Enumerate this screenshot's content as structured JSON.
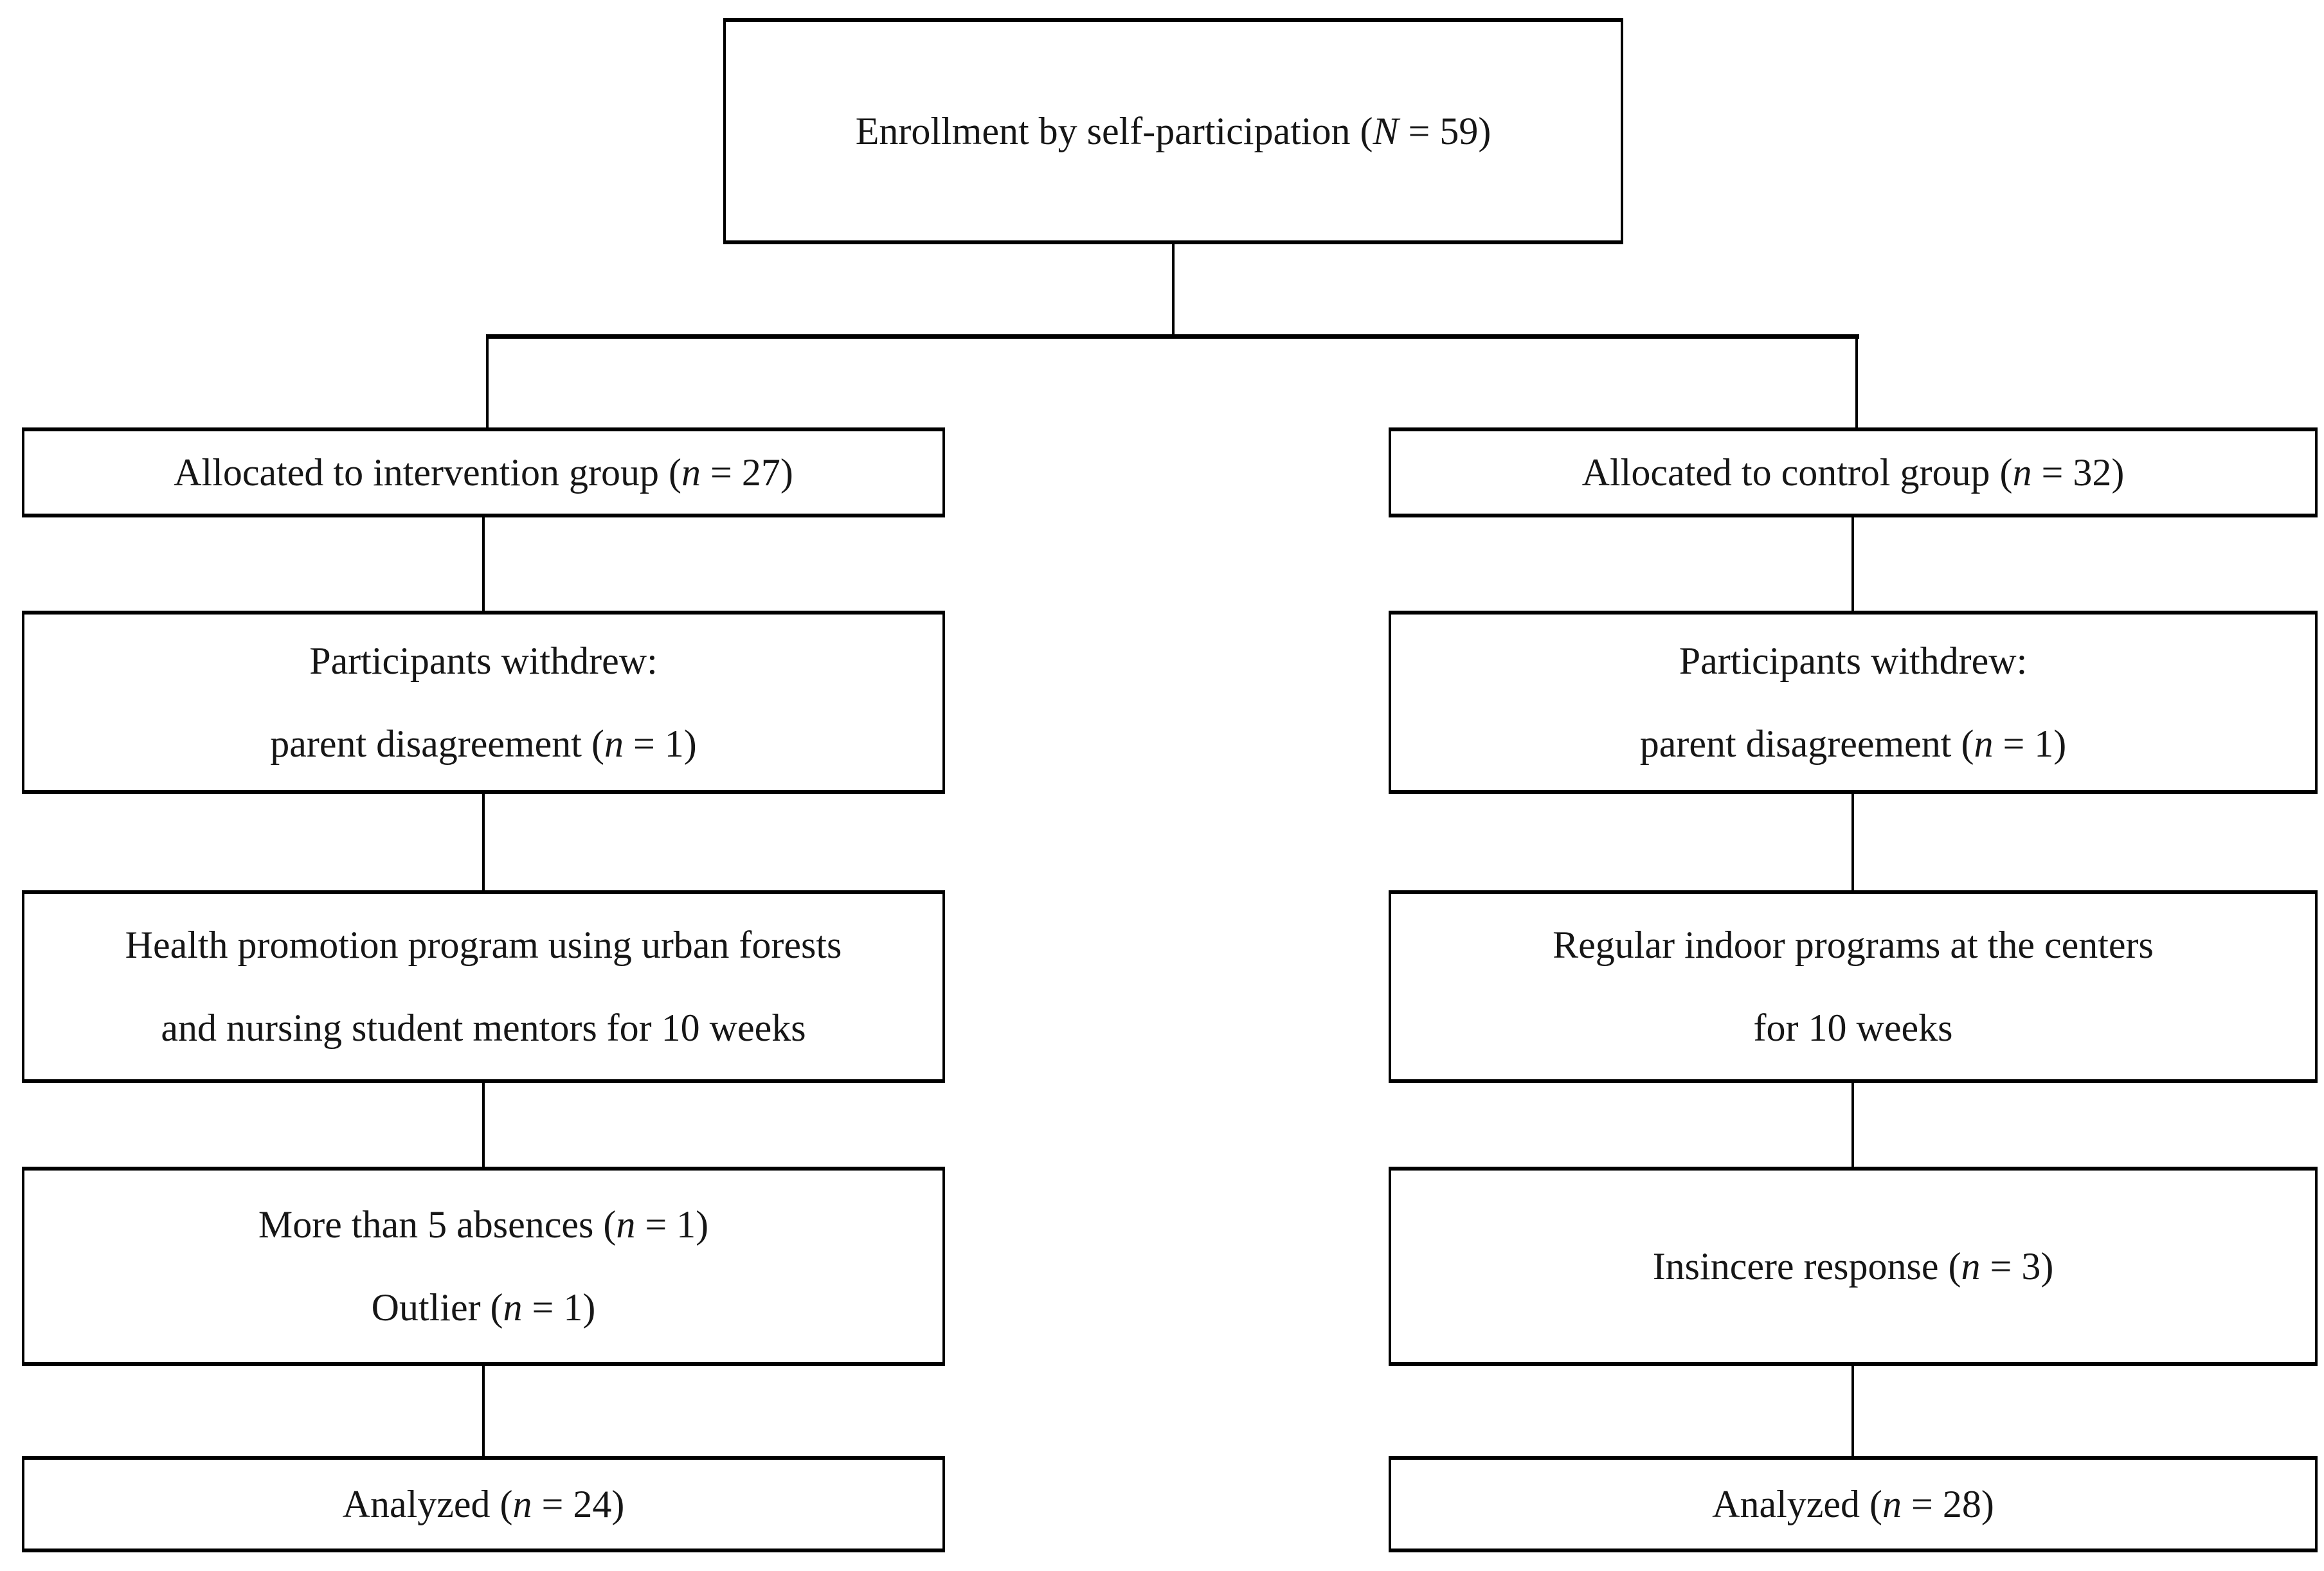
{
  "colors": {
    "ink": "#161616",
    "border": "#000000",
    "background": "#ffffff"
  },
  "diagram": {
    "enrollment": {
      "lines": [
        {
          "pre": "Enrollment by self-participation (",
          "var": "N",
          "post": " = 59)"
        }
      ]
    },
    "intervention": {
      "allocated": {
        "lines": [
          {
            "pre": "Allocated to intervention group (",
            "var": "n",
            "post": " = 27)"
          }
        ]
      },
      "withdrew": {
        "lines": [
          {
            "pre": "Participants withdrew:",
            "var": "",
            "post": ""
          },
          {
            "pre": "parent disagreement (",
            "var": "n",
            "post": " = 1)"
          }
        ]
      },
      "program": {
        "lines": [
          {
            "pre": "Health promotion program using urban forests",
            "var": "",
            "post": ""
          },
          {
            "pre": "and nursing student mentors for 10 weeks",
            "var": "",
            "post": ""
          }
        ]
      },
      "excluded": {
        "lines": [
          {
            "pre": "More than 5 absences (",
            "var": "n",
            "post": " = 1)"
          },
          {
            "pre": "Outlier (",
            "var": "n",
            "post": " = 1)"
          }
        ]
      },
      "analyzed": {
        "lines": [
          {
            "pre": "Analyzed (",
            "var": "n",
            "post": " = 24)"
          }
        ]
      }
    },
    "control": {
      "allocated": {
        "lines": [
          {
            "pre": "Allocated to control group (",
            "var": "n",
            "post": " = 32)"
          }
        ]
      },
      "withdrew": {
        "lines": [
          {
            "pre": "Participants withdrew:",
            "var": "",
            "post": ""
          },
          {
            "pre": "parent disagreement (",
            "var": "n",
            "post": " = 1)"
          }
        ]
      },
      "program": {
        "lines": [
          {
            "pre": "Regular indoor programs at the centers",
            "var": "",
            "post": ""
          },
          {
            "pre": "for 10 weeks",
            "var": "",
            "post": ""
          }
        ]
      },
      "excluded": {
        "lines": [
          {
            "pre": "Insincere response (",
            "var": "n",
            "post": " = 3)"
          }
        ]
      },
      "analyzed": {
        "lines": [
          {
            "pre": "Analyzed (",
            "var": "n",
            "post": " = 28)"
          }
        ]
      }
    }
  }
}
